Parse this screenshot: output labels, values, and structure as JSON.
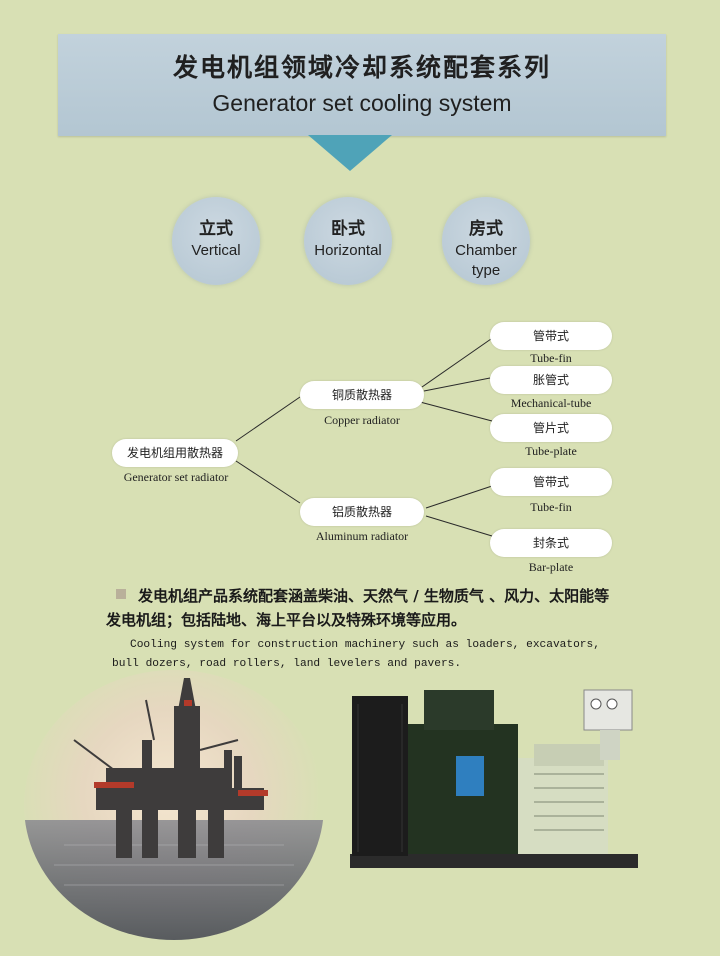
{
  "header": {
    "title_cn": "发电机组领域冷却系统配套系列",
    "title_en": "Generator set cooling system"
  },
  "types": [
    {
      "cn": "立式",
      "en": "Vertical"
    },
    {
      "cn": "卧式",
      "en": "Horizontal"
    },
    {
      "cn": "房式",
      "en": "Chamber type"
    }
  ],
  "tree": {
    "root": {
      "cn": "发电机组用散热器",
      "en": "Generator set radiator"
    },
    "copper": {
      "cn": "铜质散热器",
      "en": "Copper radiator",
      "children": [
        {
          "cn": "管带式",
          "en": "Tube-fin"
        },
        {
          "cn": "胀管式",
          "en": "Mechanical-tube"
        },
        {
          "cn": "管片式",
          "en": "Tube-plate"
        }
      ]
    },
    "aluminum": {
      "cn": "铝质散热器",
      "en": "Aluminum radiator",
      "children": [
        {
          "cn": "管带式",
          "en": "Tube-fin"
        },
        {
          "cn": "封条式",
          "en": "Bar-plate"
        }
      ]
    }
  },
  "description": {
    "cn": "发电机组产品系统配套涵盖柴油、天然气 / 生物质气 、风力、太阳能等发电机组；包括陆地、海上平台以及特殊环境等应用。",
    "en": "Cooling system for construction machinery such as loaders, excavators, bull dozers, road rollers, land levelers and pavers."
  },
  "colors": {
    "background": "#d8e0b4",
    "banner": "#b8cad5",
    "pointer": "#4fa3b8"
  }
}
